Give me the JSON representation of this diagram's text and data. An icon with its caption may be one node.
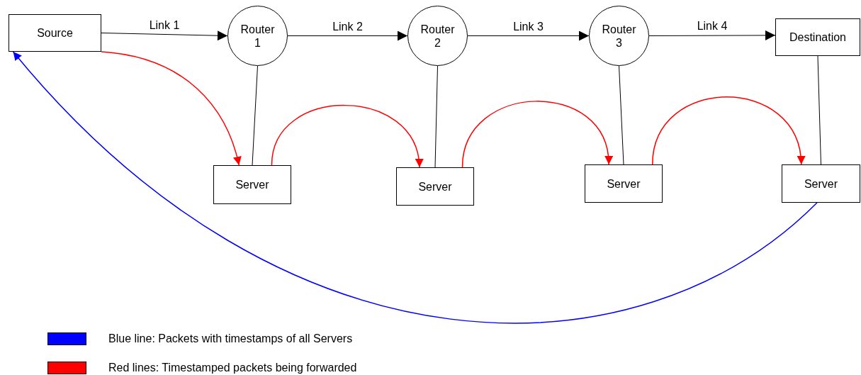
{
  "diagram": {
    "nodes": [
      {
        "text": [
          "Source"
        ]
      },
      {
        "text": [
          "Router 1"
        ]
      },
      {
        "text": [
          "Router 2"
        ]
      },
      {
        "text": [
          "Router 3"
        ]
      },
      {
        "text": [
          "Destination"
        ]
      },
      {
        "text": [
          "Server"
        ]
      },
      {
        "text": [
          "Server"
        ]
      },
      {
        "text": [
          "Server"
        ]
      },
      {
        "text": [
          "Server"
        ]
      }
    ],
    "edges": [
      {
        "from": 0,
        "to": 1,
        "arrow": "to",
        "label": "Link 1"
      },
      {
        "from": 1,
        "to": 2,
        "arrow": "to",
        "label": "Link 2"
      },
      {
        "from": 2,
        "to": 3,
        "arrow": "to",
        "label": "Link 3"
      },
      {
        "from": 3,
        "to": 4,
        "arrow": "to",
        "label": "Link 4"
      },
      {
        "from": 1,
        "to": 5,
        "arrow": "none"
      },
      {
        "from": 2,
        "to": 6,
        "arrow": "none"
      },
      {
        "from": 3,
        "to": 7,
        "arrow": "none"
      },
      {
        "from": 4,
        "to": 8,
        "arrow": "none"
      },
      {
        "from": 0,
        "to": 5,
        "arrow": "to",
        "color": "#ff0000"
      },
      {
        "from": 5,
        "to": 6,
        "arrow": "to",
        "color": "#ff0000"
      },
      {
        "from": 6,
        "to": 7,
        "arrow": "to",
        "color": "#ff0000"
      },
      {
        "from": 7,
        "to": 8,
        "arrow": "to",
        "color": "#ff0000"
      },
      {
        "from": 8,
        "to": 0,
        "arrow": "to",
        "color": "#0000ff"
      }
    ],
    "legend": [
      {
        "text": "Blue line: Packets with timestamps of all Servers",
        "color": "#0000ff"
      },
      {
        "text": "Red lines: Timestamped packets being forwarded",
        "color": "#ff0000"
      }
    ]
  }
}
